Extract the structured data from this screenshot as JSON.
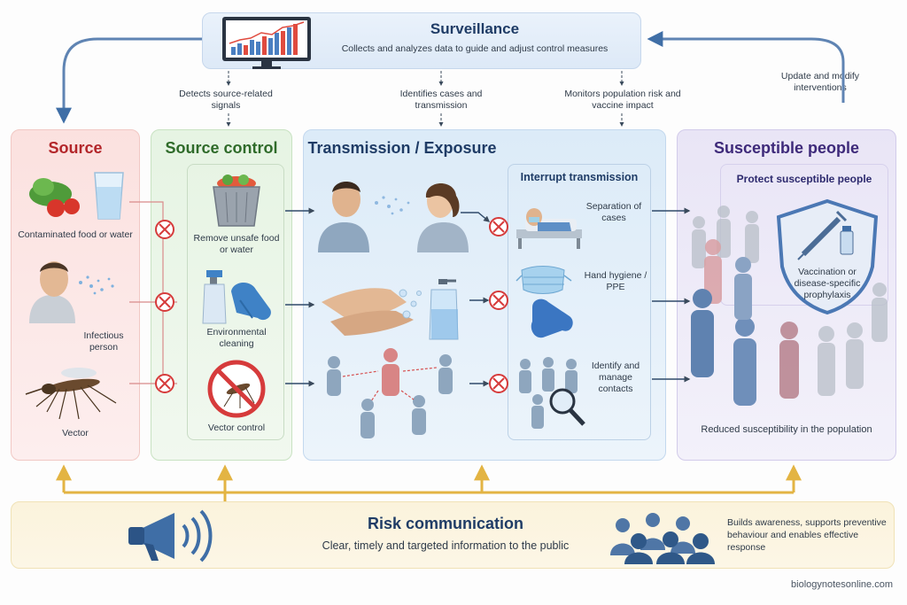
{
  "surveillance": {
    "title": "Surveillance",
    "subtitle": "Collects and analyzes data to guide and adjust control measures",
    "feeds": [
      "Detects source-related signals",
      "Identifies cases and transmission",
      "Monitors population risk and vaccine impact"
    ],
    "update_label": "Update and modify interventions"
  },
  "source": {
    "title": "Source",
    "items": [
      "Contaminated food or water",
      "Infectious person",
      "Vector"
    ]
  },
  "source_control": {
    "title": "Source control",
    "items": [
      "Remove unsafe food or water",
      "Environmental cleaning",
      "Vector control"
    ]
  },
  "transmission": {
    "title": "Transmission / Exposure",
    "interrupt_title": "Interrupt transmission",
    "interrupt_items": [
      "Separation of cases",
      "Hand hygiene / PPE",
      "Identify and manage contacts"
    ]
  },
  "susceptible": {
    "title": "Susceptible people",
    "protect_title": "Protect susceptible people",
    "shield_text": "Vaccination or disease-specific prophylaxis",
    "footer": "Reduced susceptibility in the population"
  },
  "risk": {
    "title": "Risk communication",
    "subtitle": "Clear, timely and targeted information to the public",
    "side_text": "Builds awareness, supports preventive behaviour and enables effective response"
  },
  "watermark": "biologynotesonline.com",
  "colors": {
    "source_title": "#b3262a",
    "control_title": "#2f6b2a",
    "blue_title": "#1f3c66",
    "purple_title": "#3e2a7a",
    "arrow": "#3f6ea6",
    "gold": "#e3b443",
    "block": "#d63b3b"
  }
}
